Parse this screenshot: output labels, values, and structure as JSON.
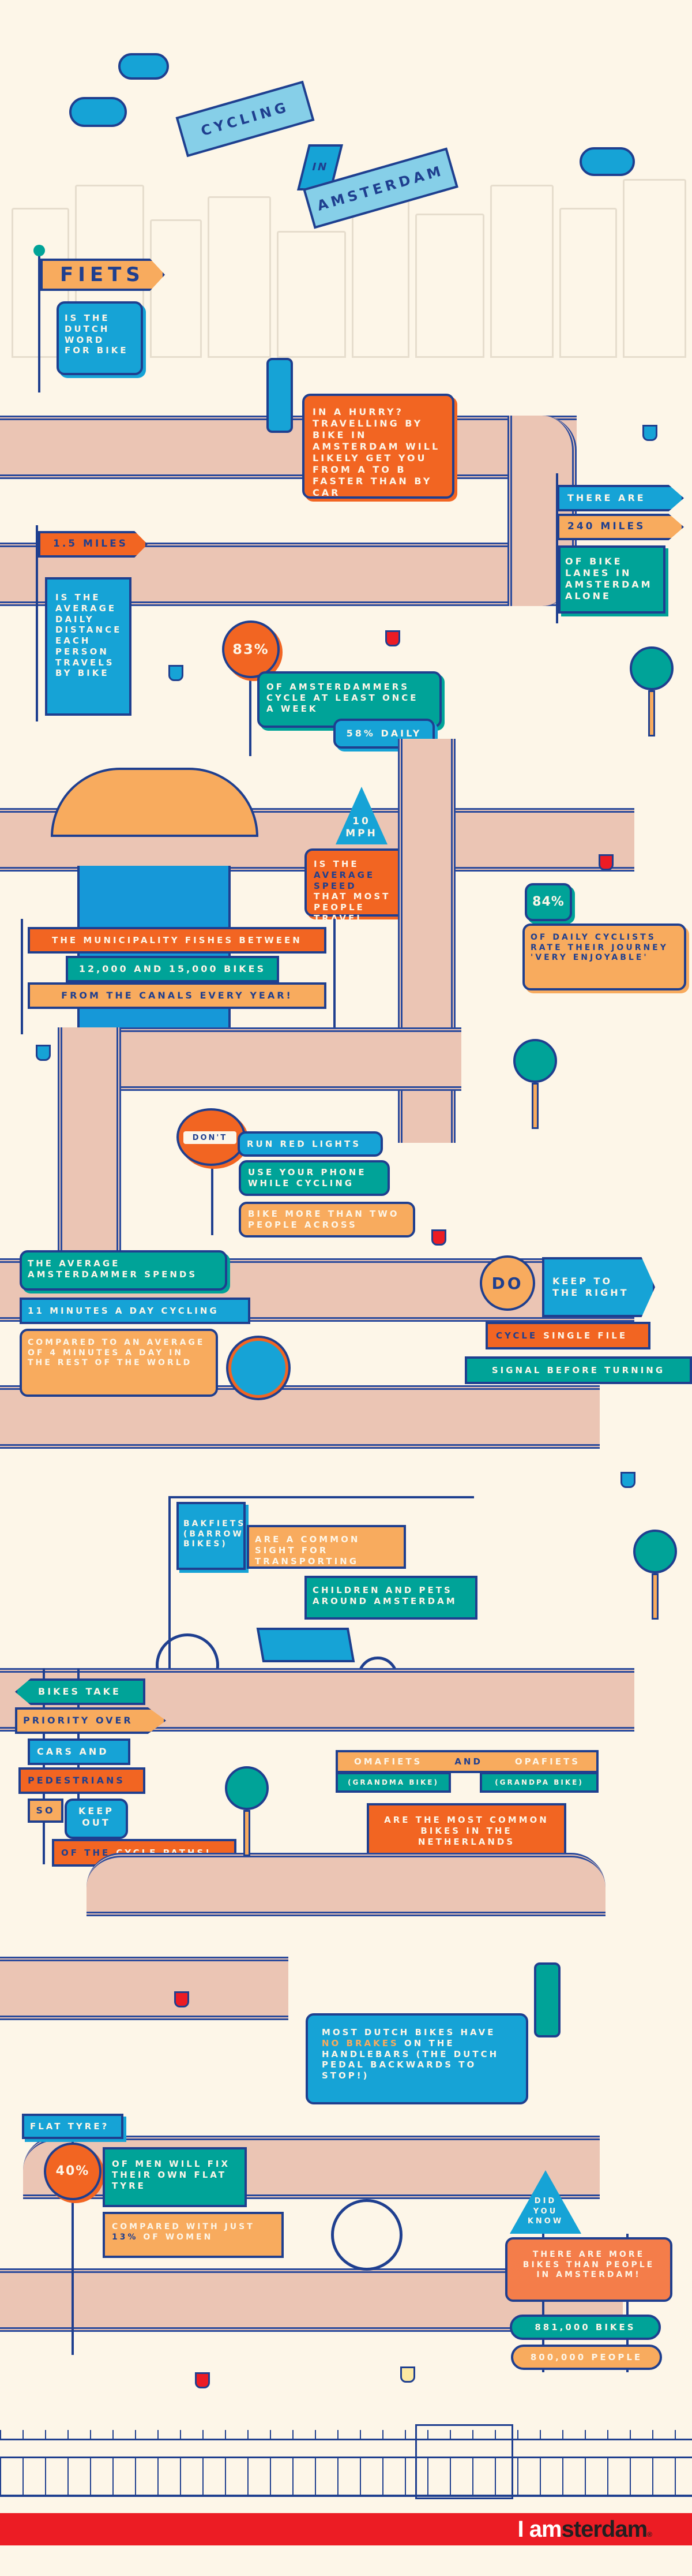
{
  "title": {
    "line1": "Cycling",
    "line2": "in",
    "line3": "Amsterdam"
  },
  "colors": {
    "background": "#fdf6e8",
    "navy": "#1f3f8f",
    "blue": "#16a3d6",
    "teal": "#00a398",
    "orange": "#f26522",
    "light_orange": "#f8ab5e",
    "road": "#ebc5b4",
    "footer_red": "#ec1c24"
  },
  "fiets": {
    "word": "FIETS",
    "definition": "Is the Dutch word for bike"
  },
  "hurry": {
    "text": "In a hurry? Travelling by bike in Amsterdam will likely get you from A to B faster than by car"
  },
  "bike_lanes": {
    "line1": "There are",
    "value": "240 miles",
    "line3": "of bike lanes in Amsterdam alone"
  },
  "daily_distance": {
    "value": "1.5 miles",
    "text": "Is the average daily distance each person travels by bike"
  },
  "weekly": {
    "value": "83%",
    "text": "of Amsterdammers cycle at least once a week",
    "daily": "58% daily"
  },
  "speed": {
    "value_line1": "10",
    "value_line2": "MPH",
    "text_line1": "Is the",
    "text_highlight": "average speed",
    "text_line3": "that most people travel"
  },
  "enjoyable": {
    "value": "84%",
    "text": "of daily cyclists rate their journey 'very enjoyable'"
  },
  "canals": {
    "line1": "The municipality fishes between",
    "line2": "12,000 and 15,000 bikes",
    "line3": "from the canals every year!"
  },
  "donts": {
    "label": "DON'T",
    "items": [
      "Run red lights",
      "Use your phone while cycling",
      "Bike more than two people across"
    ]
  },
  "minutes": {
    "line1": "The average Amsterdammer spends",
    "line2": "11 minutes a day cycling",
    "line3": "Compared to an average of 4 minutes a day in the rest of the world"
  },
  "dos": {
    "label": "DO",
    "items": [
      "Keep to the right",
      "Single file",
      "Signal before turning"
    ],
    "cycle_prefix": "Cycle"
  },
  "bakfiets": {
    "name": "Bakfiets (barrow bikes)",
    "line2": "are a common sight for transporting",
    "line3": "children and pets around Amsterdam"
  },
  "priority": {
    "lines": [
      "Bikes take",
      "priority over",
      "cars and",
      "pedestrians",
      "so",
      "keep out",
      "cycle paths!"
    ],
    "of_the": "of the"
  },
  "omafiets": {
    "oma": "Omafiets",
    "and": "and",
    "opa": "Opafiets",
    "oma_sub": "(Grandma bike)",
    "opa_sub": "(Grandpa bike)",
    "text": "are the most common bikes in the Netherlands"
  },
  "brakes": {
    "before": "Most Dutch bikes have",
    "highlight": "no brakes",
    "after": "on the handlebars (the Dutch pedal backwards to stop!)"
  },
  "flat_tyre": {
    "question": "Flat tyre?",
    "value": "40%",
    "text": "of men will fix their own flat tyre",
    "compare_before": "Compared with just",
    "compare_value": "13%",
    "compare_after": "of women"
  },
  "did_you_know": {
    "label": "Did you know",
    "text": "There are more bikes than people in Amsterdam!",
    "bikes": "881,000 bikes",
    "people": "800,000 people"
  },
  "footer": {
    "logo_i": "I",
    "logo_am": "am",
    "logo_sterdam": "sterdam",
    "logo_mark": "®"
  }
}
